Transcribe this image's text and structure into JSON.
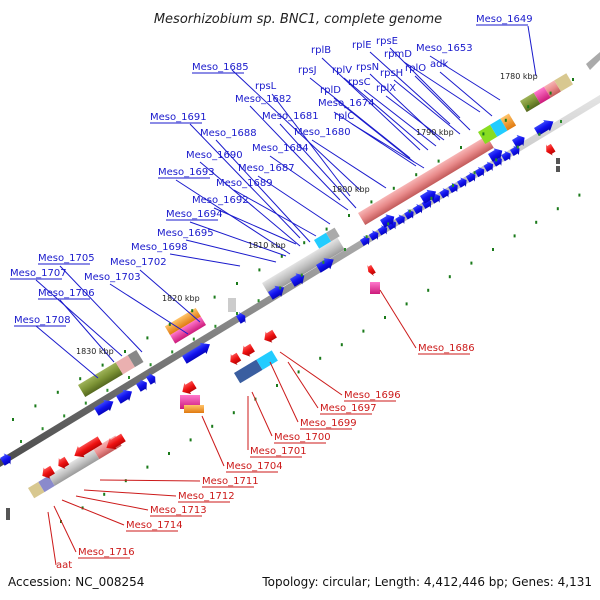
{
  "title": "Mesorhizobium sp. BNC1, complete genome",
  "accession": "Accession: NC_008254",
  "summary": "Topology: circular; Length: 4,412,446 bp; Genes: 4,131",
  "kbp_ticks": [
    "1780 kbp",
    "1790 kbp",
    "1800 kbp",
    "1810 kbp",
    "1820 kbp",
    "1830 kbp"
  ],
  "top_labels": [
    "Meso_1649",
    "rpsE",
    "rplE",
    "rpmD",
    "Meso_1653",
    "rplB",
    "rpsN",
    "rpsH",
    "rplO",
    "adk",
    "Meso_1685",
    "rpsJ",
    "rplV",
    "rpsC",
    "rplX",
    "rpsL",
    "Meso_1682",
    "rplD",
    "Meso_1674",
    "Meso_1681",
    "rplC",
    "Meso_1691",
    "Meso_1680",
    "Meso_1688",
    "Meso_1684",
    "Meso_1690",
    "Meso_1687",
    "Meso_1693",
    "Meso_1689",
    "Meso_1692",
    "Meso_1694",
    "Meso_1695",
    "Meso_1698",
    "Meso_1705",
    "Meso_1702",
    "Meso_1707",
    "Meso_1703",
    "Meso_1706",
    "Meso_1708"
  ],
  "bottom_labels": [
    "Meso_1686",
    "Meso_1696",
    "Meso_1697",
    "Meso_1699",
    "Meso_1700",
    "Meso_1701",
    "Meso_1704",
    "Meso_1711",
    "Meso_1712",
    "Meso_1713",
    "Meso_1714",
    "Meso_1716",
    "aat"
  ],
  "colors": {
    "label_forward": "#1a1acc",
    "label_reverse": "#cc1a1a",
    "arrow_forward": "#0b0bee",
    "arrow_reverse": "#ee1111",
    "backbone": "#777777",
    "tick_green": "#1a7a1a"
  }
}
